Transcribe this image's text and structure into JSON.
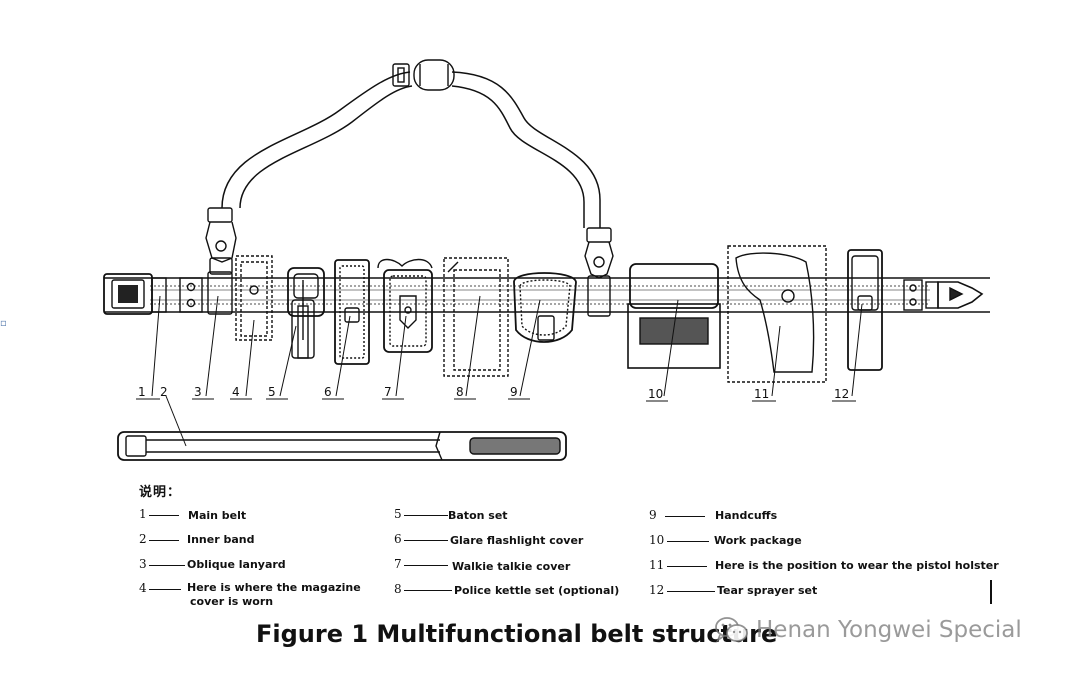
{
  "legend": {
    "heading": "说明：",
    "items": [
      {
        "num": "1",
        "text": "Main belt"
      },
      {
        "num": "2",
        "text": "Inner band"
      },
      {
        "num": "3",
        "text": "Oblique lanyard"
      },
      {
        "num": "4",
        "text": "Here is where the magazine",
        "text2": "cover is worn"
      },
      {
        "num": "5",
        "text": "Baton set"
      },
      {
        "num": "6",
        "text": "Glare flashlight cover"
      },
      {
        "num": "7",
        "text": "Walkie talkie cover"
      },
      {
        "num": "8",
        "text": "Police kettle set (optional)"
      },
      {
        "num": "9",
        "text": "Handcuffs"
      },
      {
        "num": "10",
        "text": "Work package"
      },
      {
        "num": "11",
        "text": "Here is the position to wear the pistol holster"
      },
      {
        "num": "12",
        "text": "Tear sprayer set"
      }
    ]
  },
  "callouts": [
    "1",
    "2",
    "3",
    "4",
    "5",
    "6",
    "7",
    "8",
    "9",
    "10",
    "11",
    "12"
  ],
  "figure_title": "Figure 1 Multifunctional belt structure",
  "watermark": {
    "icon": "wechat-icon",
    "text": "Henan Yongwei Special"
  },
  "colors": {
    "line": "#111111",
    "watermark": "#8a8a8a",
    "background": "#ffffff"
  }
}
